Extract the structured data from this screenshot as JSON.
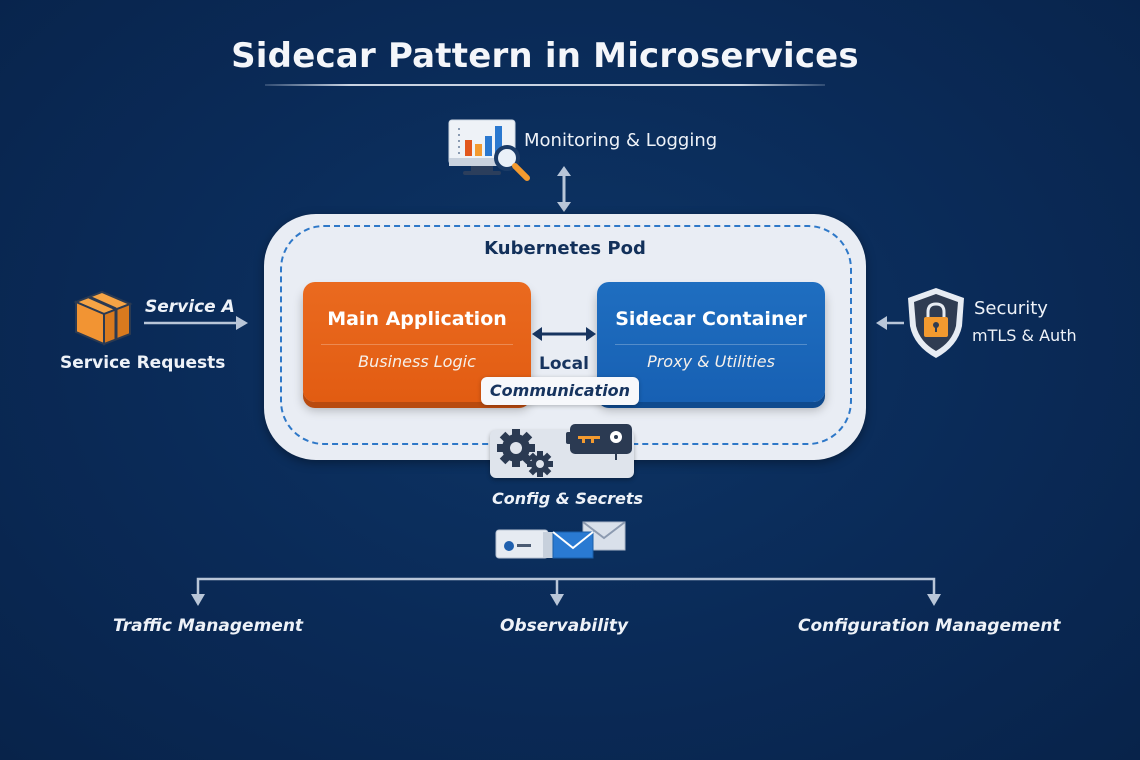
{
  "title": "Sidecar Pattern in Microservices",
  "monitoring": {
    "label": "Monitoring & Logging",
    "icon": "monitor-chart-magnifier-icon"
  },
  "pod": {
    "title": "Kubernetes Pod",
    "main_app": {
      "title": "Main Application",
      "subtitle": "Business Logic",
      "color": "#e5611a"
    },
    "sidecar": {
      "title": "Sidecar Container",
      "subtitle": "Proxy & Utilities",
      "color": "#1b66b9"
    },
    "link": {
      "line1": "Local",
      "line2": "Communication"
    },
    "border_color": "#2e78c8"
  },
  "service": {
    "arrow_label": "Service A",
    "label": "Service Requests",
    "icon": "box-icon",
    "color": "#f29433"
  },
  "security": {
    "title": "Security",
    "subtitle": "mTLS & Auth",
    "icon": "shield-lock-icon"
  },
  "config": {
    "label": "Config & Secrets",
    "icons": [
      "gears-icon",
      "key-icon",
      "card-icon",
      "envelope-icon"
    ]
  },
  "outcomes": [
    {
      "label": "Traffic Management"
    },
    {
      "label": "Observability"
    },
    {
      "label": "Configuration Management"
    }
  ],
  "colors": {
    "background": "#0a2a57",
    "pod_bg": "#e9edf4",
    "text_dark": "#12305a",
    "arrow": "#b9c6d8"
  }
}
